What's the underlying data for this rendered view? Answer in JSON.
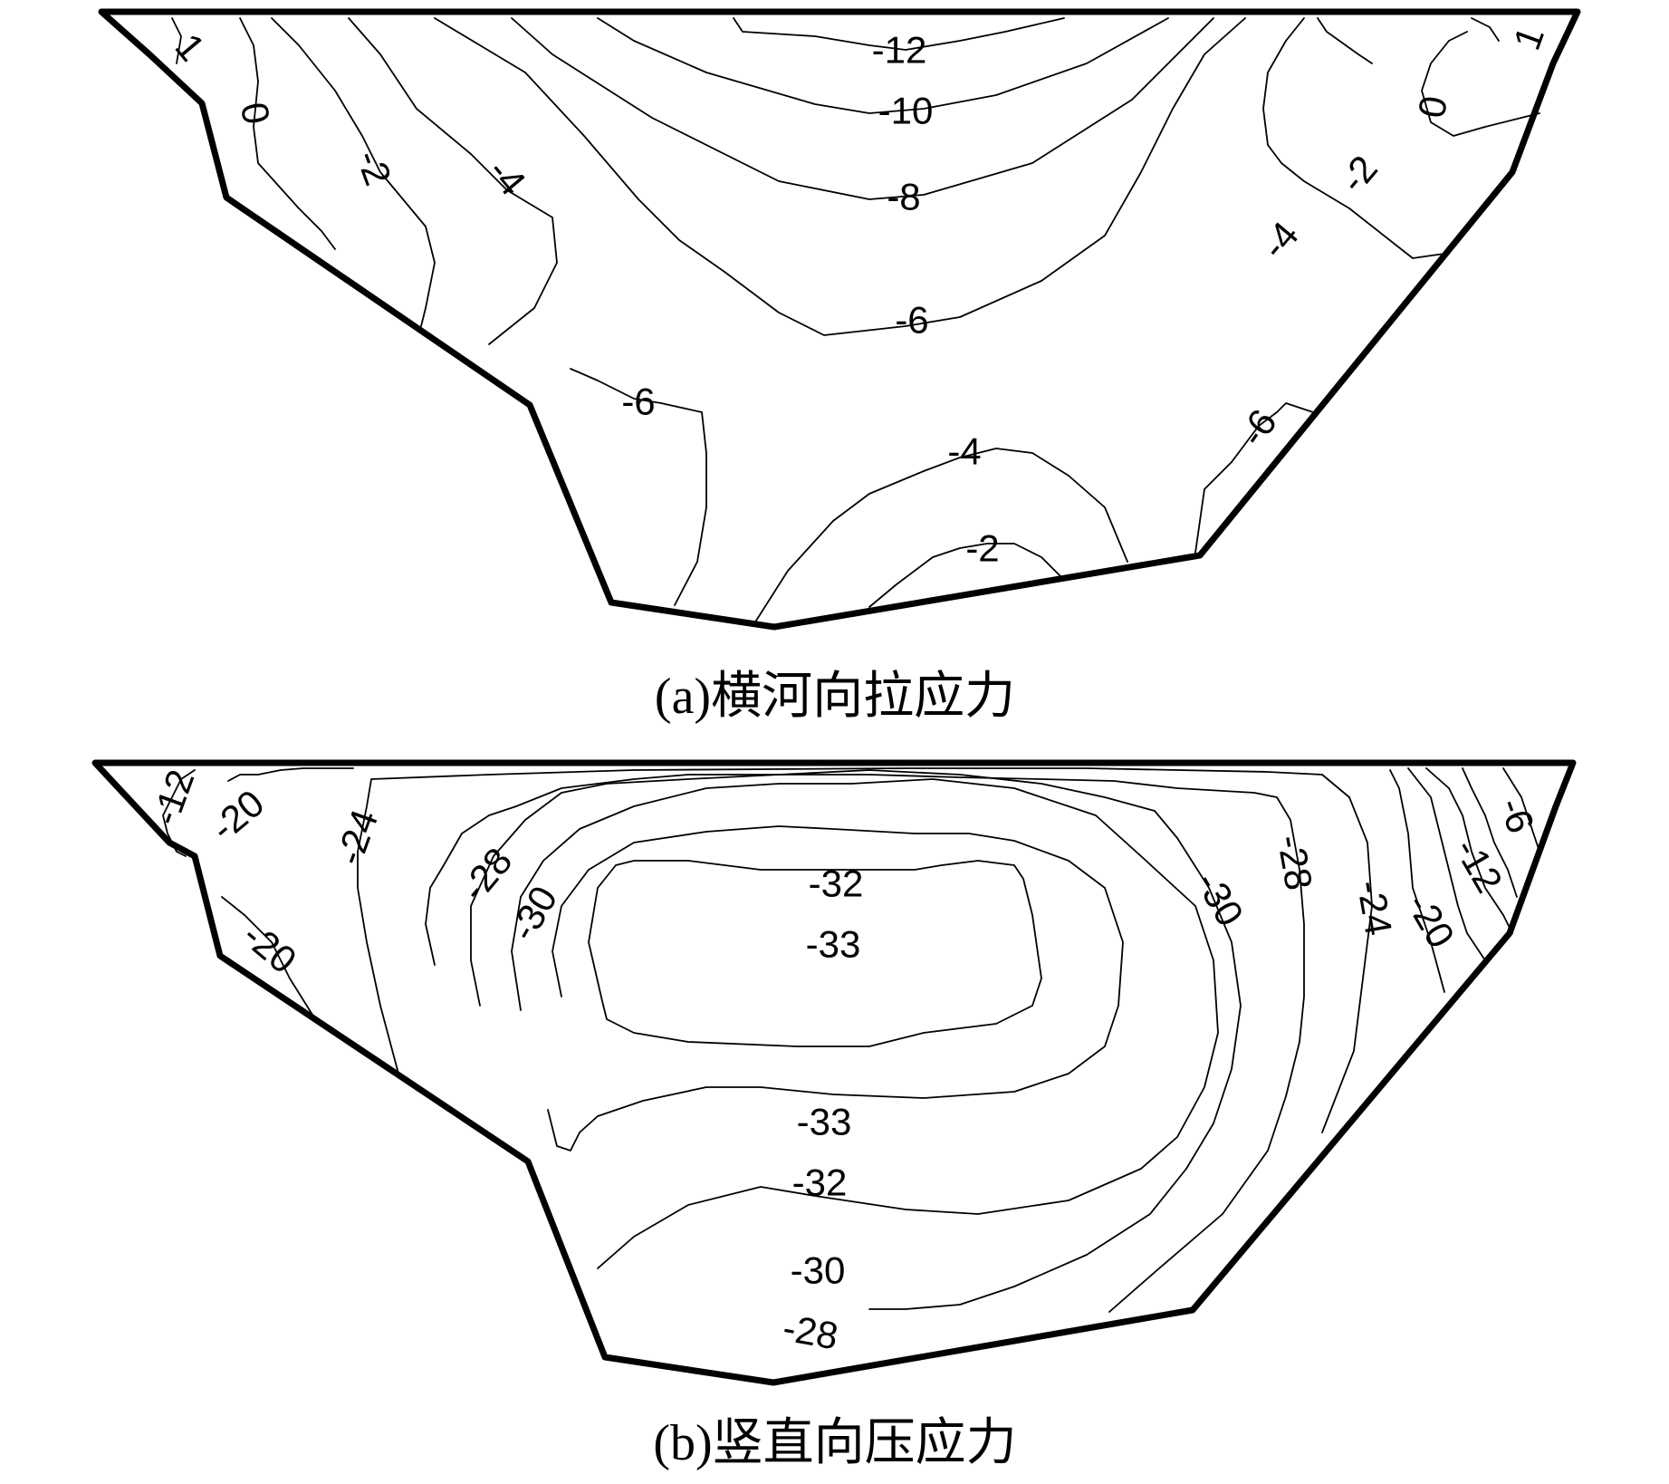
{
  "panels": [
    {
      "caption": "(a)横河向拉应力",
      "contour_labels": [
        "-12",
        "-10",
        "-8",
        "-6",
        "-4",
        "-2",
        "0",
        "1",
        "-6",
        "-4",
        "-2",
        "0",
        "1",
        "-2",
        "-4",
        "-6",
        "-6",
        "-4",
        "-2"
      ]
    },
    {
      "caption": "(b)竖直向压应力",
      "contour_labels": [
        "-12",
        "-20",
        "-24",
        "-28",
        "-30",
        "-32",
        "-33",
        "-33",
        "-32",
        "-30",
        "-28",
        "-20",
        "-28",
        "-30",
        "-24",
        "-20",
        "-12",
        "-6"
      ]
    }
  ]
}
